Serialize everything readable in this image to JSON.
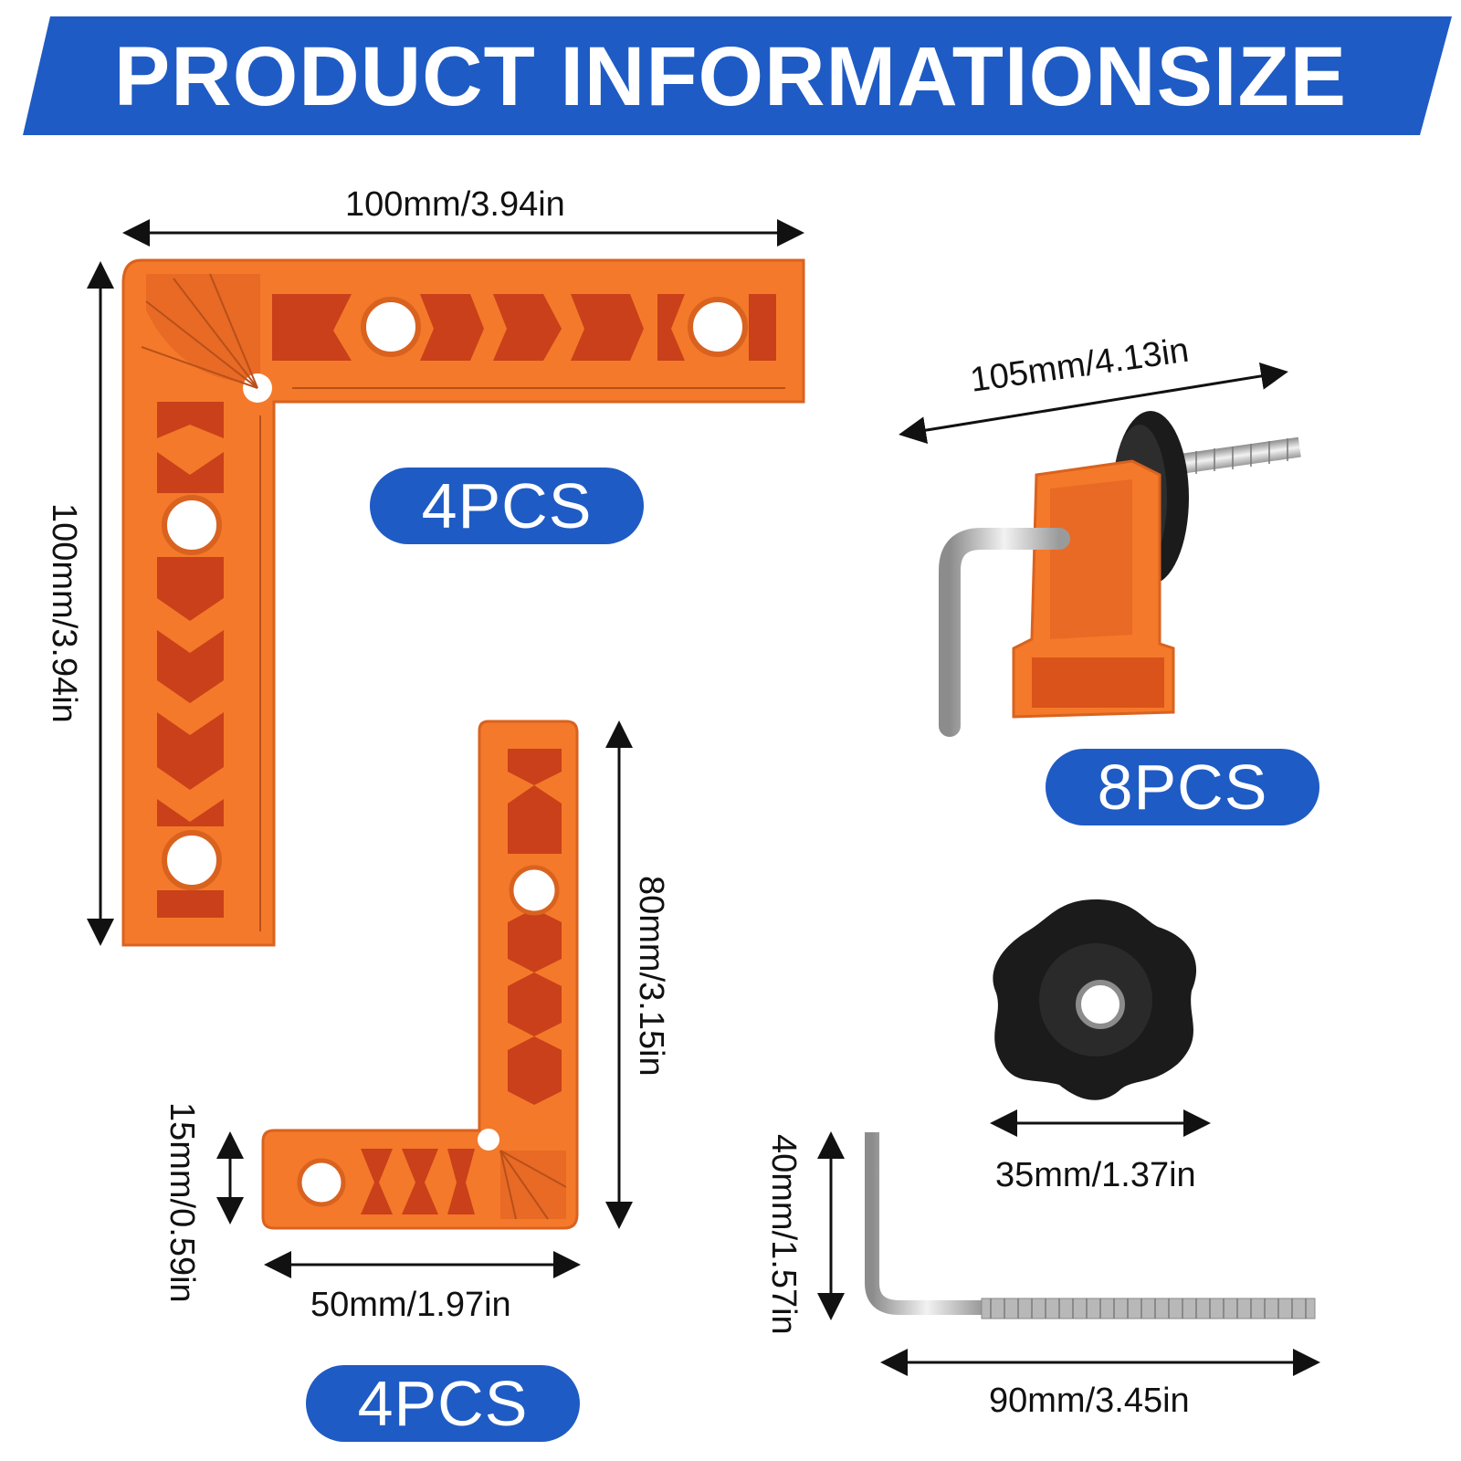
{
  "banner": {
    "title": "PRODUCT INFORMATIONSIZE",
    "color": "#1f5bc4"
  },
  "colors": {
    "bracket_orange": "#f4792a",
    "bracket_dark": "#d9531a",
    "knob_black": "#1b1b1b",
    "metal": "#c8c8c8"
  },
  "large_bracket": {
    "width_label": "100mm/3.94in",
    "height_label": "100mm/3.94in",
    "qty_label": "4PCS"
  },
  "small_bracket": {
    "height_label": "80mm/3.15in",
    "thickness_label": "15mm/0.59in",
    "width_label": "50mm/1.97in",
    "qty_label": "4PCS"
  },
  "clamp": {
    "length_label": "105mm/4.13in",
    "qty_label": "8PCS"
  },
  "knob": {
    "diameter_label": "35mm/1.37in"
  },
  "rod": {
    "height_label": "40mm/1.57in",
    "length_label": "90mm/3.45in"
  }
}
